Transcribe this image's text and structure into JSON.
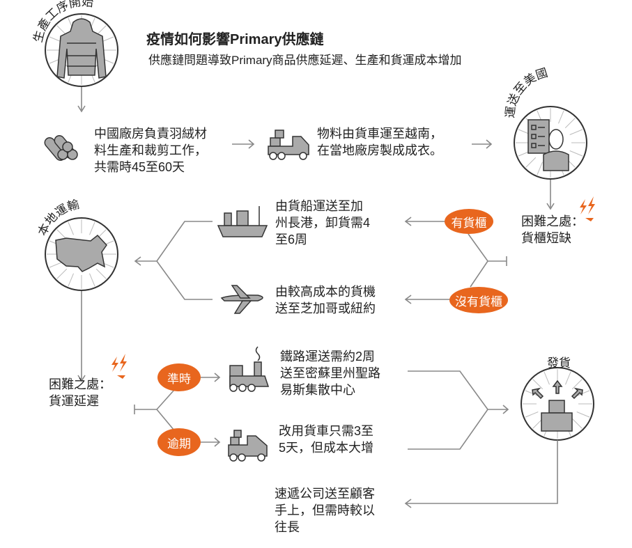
{
  "header": {
    "title": "疫情如何影響Primary供應鏈",
    "subtitle": "供應鏈問題導致Primary商品供應延遲、生產和貨運成本增加"
  },
  "stages": {
    "start": "生產工序開始",
    "ship_to_us": "運送至美國",
    "local_transport": "本地運輸",
    "dispatch": "發貨"
  },
  "steps": {
    "china_factory": [
      "中國廠房負責羽絨材",
      "料生產和裁剪工作，",
      "共需時45至60天"
    ],
    "truck_vietnam": [
      "物料由貨車運至越南，",
      "在當地廠房製成成衣。"
    ],
    "ship_route": [
      "由貨船運送至加",
      "州長港，卸貨需4",
      "至6周"
    ],
    "air_route": [
      "由較高成本的貨機",
      "送至芝加哥或紐約"
    ],
    "rail_route": [
      "鐵路運送需約2周",
      "送至密蘇里州聖路",
      "易斯集散中心"
    ],
    "truck_route": [
      "改用貨車只需3至",
      "5天，但成本大增"
    ],
    "courier": [
      "速遞公司送至顧客",
      "手上，但需時較以",
      "往長"
    ]
  },
  "difficulties": {
    "container": {
      "label": "困難之處：",
      "detail": "貨櫃短缺"
    },
    "freight": {
      "label": "困難之處：",
      "detail": "貨運延遲"
    }
  },
  "badges": {
    "has_container": "有貨櫃",
    "no_container": "沒有貨櫃",
    "on_time": "準時",
    "overdue": "逾期"
  },
  "colors": {
    "accent": "#e8661e",
    "line": "#888888",
    "icon": "#9a9a9a",
    "text": "#222222"
  }
}
